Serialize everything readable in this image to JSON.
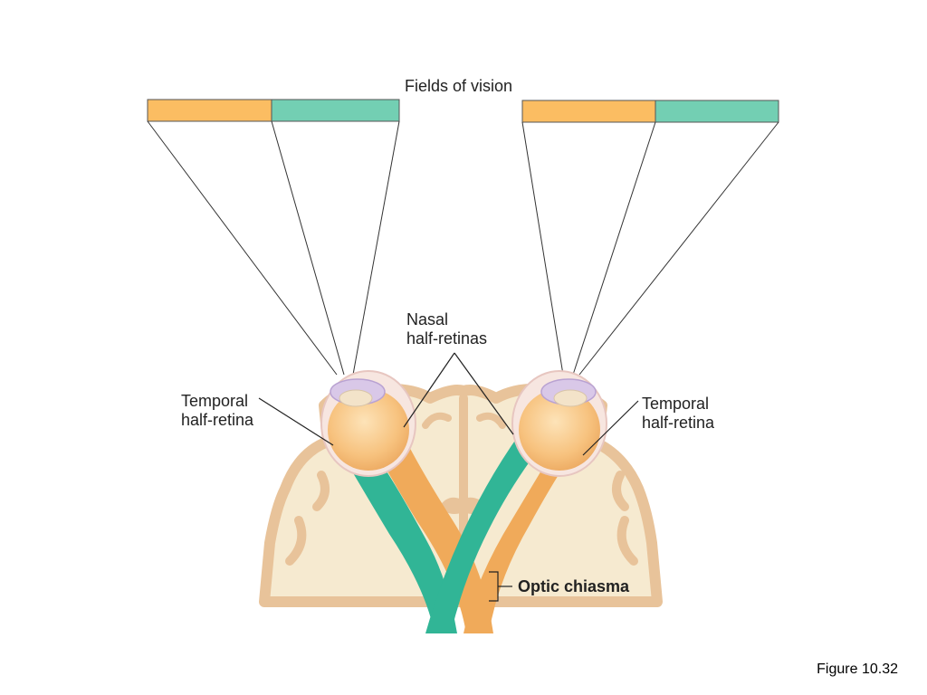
{
  "title": "Fields of vision",
  "labels": {
    "nasal_line1": "Nasal",
    "nasal_line2": "half-retinas",
    "temporal_left_line1": "Temporal",
    "temporal_left_line2": "half-retina",
    "temporal_right_line1": "Temporal",
    "temporal_right_line2": "half-retina",
    "optic_chiasma": "Optic chiasma"
  },
  "caption": "Figure 10.32",
  "colors": {
    "temporal_field": "#fbbd62",
    "nasal_field": "#73cfb3",
    "brain": "#f6ead0",
    "brain_outline": "#e8c39a",
    "eye": "#f7c27e",
    "nerve_orange": "#f0aa5a",
    "nerve_green": "#31b596"
  }
}
